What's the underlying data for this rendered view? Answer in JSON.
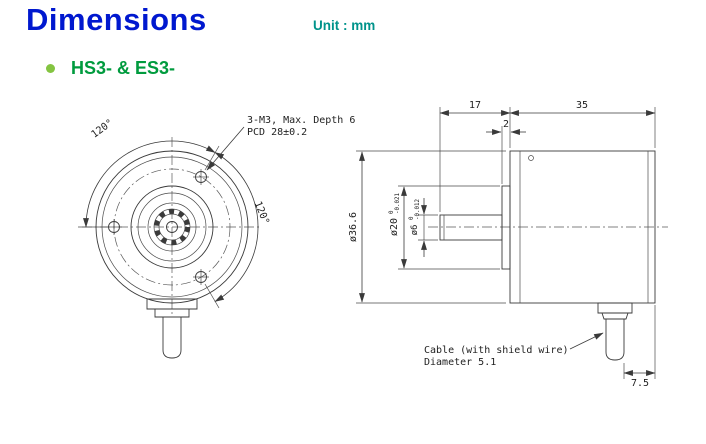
{
  "colors": {
    "title_blue": "#0018cf",
    "unit_teal": "#00938b",
    "section_green": "#009b3e",
    "bullet_green": "#84c441",
    "drawing_line": "#3a3a3a"
  },
  "header": {
    "title": "Dimensions",
    "unit_label": "Unit : mm",
    "section_label": "HS3- & ES3-"
  },
  "front_view": {
    "angle_top_left": "120°",
    "angle_right": "120°",
    "note_line1": "3-M3, Max. Depth 6",
    "note_line2": "PCD 28±0.2"
  },
  "side_view": {
    "dim_shaft_length": "17",
    "dim_body_length": "35",
    "dim_boss_protrusion": "2",
    "dim_body_diameter": "ø36.6",
    "boss_diameter": {
      "value": "ø20",
      "tol_upper": "0",
      "tol_lower": "-0.021"
    },
    "shaft_diameter": {
      "value": "ø6",
      "tol_upper": "0",
      "tol_lower": "-0.012"
    },
    "dim_cable_offset": "7.5",
    "cable_note_line1": "Cable (with shield wire)",
    "cable_note_line2": "Diameter 5.1"
  }
}
